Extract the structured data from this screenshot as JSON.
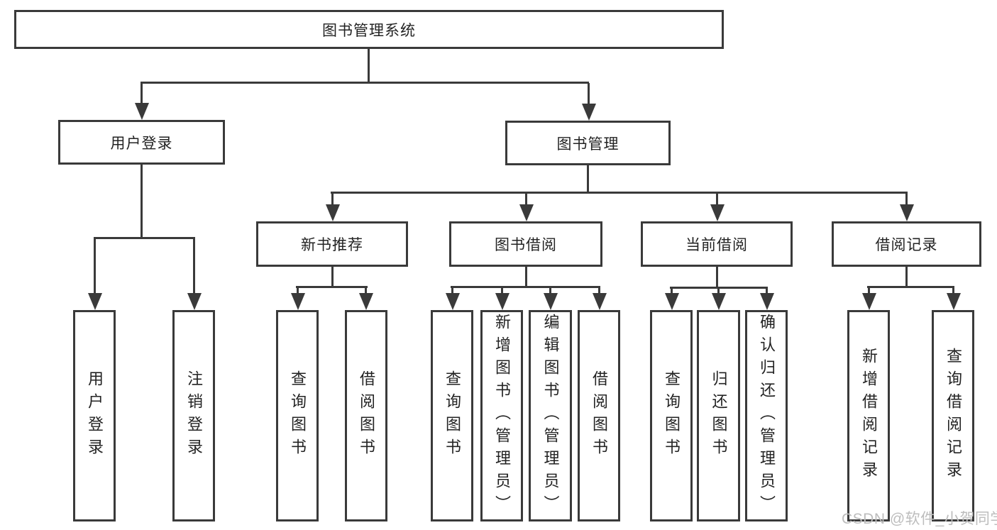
{
  "page": {
    "background": "#ffffff"
  },
  "colors": {
    "line": "#3a3a3a",
    "box_border": "#3a3a3a",
    "text": "#232323",
    "watermark": "#bdbdbd"
  },
  "nodes": {
    "root": "图书管理系统",
    "level2": [
      {
        "label": "用户登录",
        "leaves": [
          "用户登录",
          "注销登录"
        ]
      },
      {
        "label": "图书管理"
      }
    ],
    "level3": [
      {
        "label": "新书推荐",
        "leaves": [
          "查询图书",
          "借阅图书"
        ]
      },
      {
        "label": "图书借阅",
        "leaves": [
          "查询图书",
          "新增图书（管理员）",
          "编辑图书（管理员）",
          "借阅图书"
        ]
      },
      {
        "label": "当前借阅",
        "leaves": [
          "查询图书",
          "归还图书",
          "确认归还（管理员）"
        ]
      },
      {
        "label": "借阅记录",
        "leaves": [
          "新增借阅记录",
          "查询借阅记录"
        ]
      }
    ]
  },
  "watermark": "CSDN @软件_小贺同学"
}
